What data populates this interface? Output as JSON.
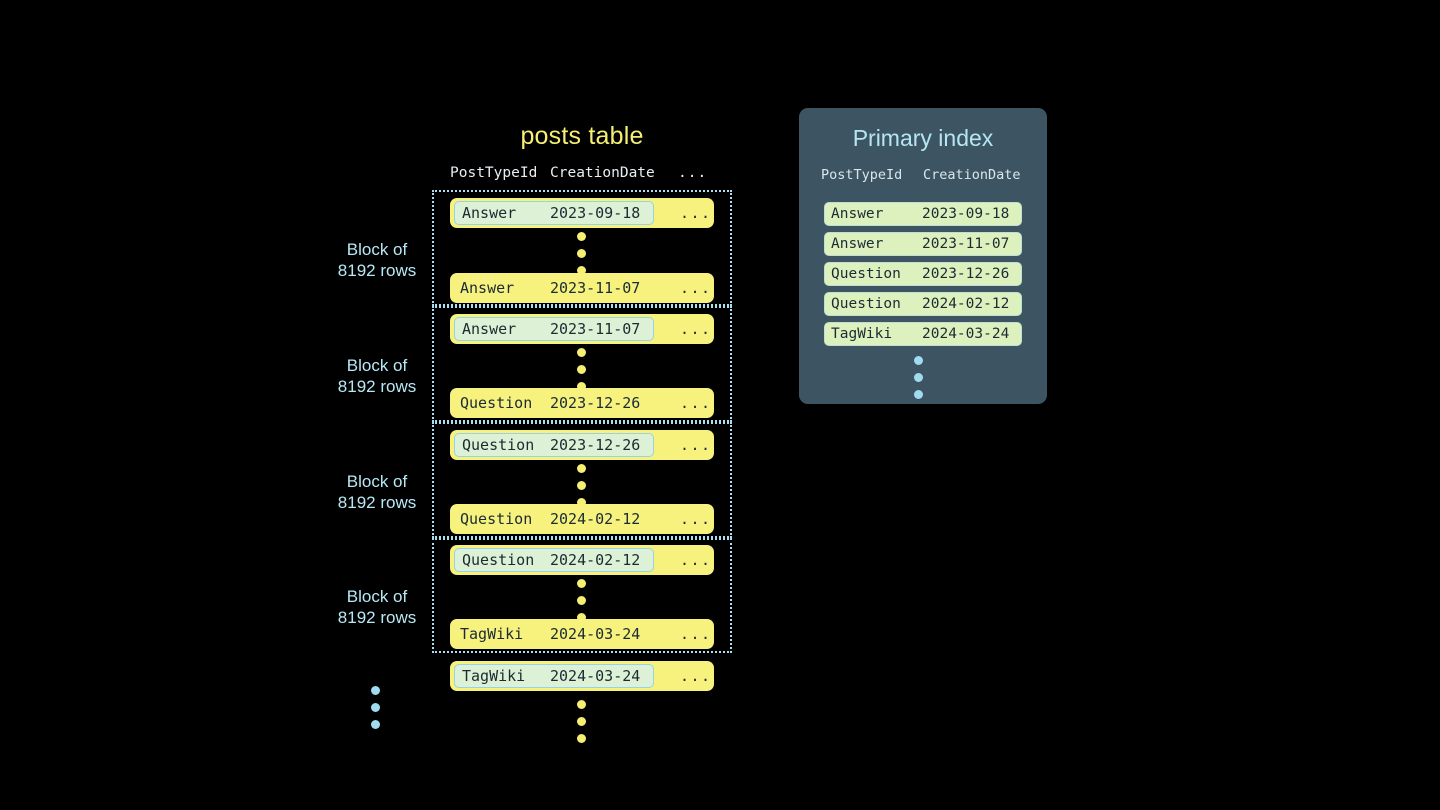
{
  "diagram": {
    "background_color": "#000000",
    "accent_yellow": "#f5ef72",
    "accent_blue": "#b5e6f3",
    "panel_color": "#3d5563"
  },
  "posts_table": {
    "title": "posts table",
    "columns": [
      "PostTypeId",
      "CreationDate",
      "..."
    ],
    "blocks": [
      {
        "label_line1": "Block of",
        "label_line2": "8192 rows",
        "first_row": {
          "type": "Answer",
          "date": "2023-09-18",
          "more": "...",
          "highlighted": true
        },
        "last_row": {
          "type": "Answer",
          "date": "2023-11-07",
          "more": "...",
          "highlighted": false
        }
      },
      {
        "label_line1": "Block of",
        "label_line2": "8192 rows",
        "first_row": {
          "type": "Answer",
          "date": "2023-11-07",
          "more": "...",
          "highlighted": true
        },
        "last_row": {
          "type": "Question",
          "date": "2023-12-26",
          "more": "...",
          "highlighted": false
        }
      },
      {
        "label_line1": "Block of",
        "label_line2": "8192 rows",
        "first_row": {
          "type": "Question",
          "date": "2023-12-26",
          "more": "...",
          "highlighted": true
        },
        "last_row": {
          "type": "Question",
          "date": "2024-02-12",
          "more": "...",
          "highlighted": false
        }
      },
      {
        "label_line1": "Block of",
        "label_line2": "8192 rows",
        "first_row": {
          "type": "Question",
          "date": "2024-02-12",
          "more": "...",
          "highlighted": true
        },
        "last_row": {
          "type": "TagWiki",
          "date": "2024-03-24",
          "more": "...",
          "highlighted": false
        }
      }
    ],
    "trailing_row": {
      "type": "TagWiki",
      "date": "2024-03-24",
      "more": "...",
      "highlighted": true
    },
    "trailing_ellipsis": "vertical-dots",
    "left_ellipsis": "vertical-dots"
  },
  "primary_index": {
    "title": "Primary index",
    "columns": [
      "PostTypeId",
      "CreationDate"
    ],
    "rows": [
      {
        "type": "Answer",
        "date": "2023-09-18"
      },
      {
        "type": "Answer",
        "date": "2023-11-07"
      },
      {
        "type": "Question",
        "date": "2023-12-26"
      },
      {
        "type": "Question",
        "date": "2024-02-12"
      },
      {
        "type": "TagWiki",
        "date": "2024-03-24"
      }
    ],
    "trailing_ellipsis": "vertical-dots"
  }
}
